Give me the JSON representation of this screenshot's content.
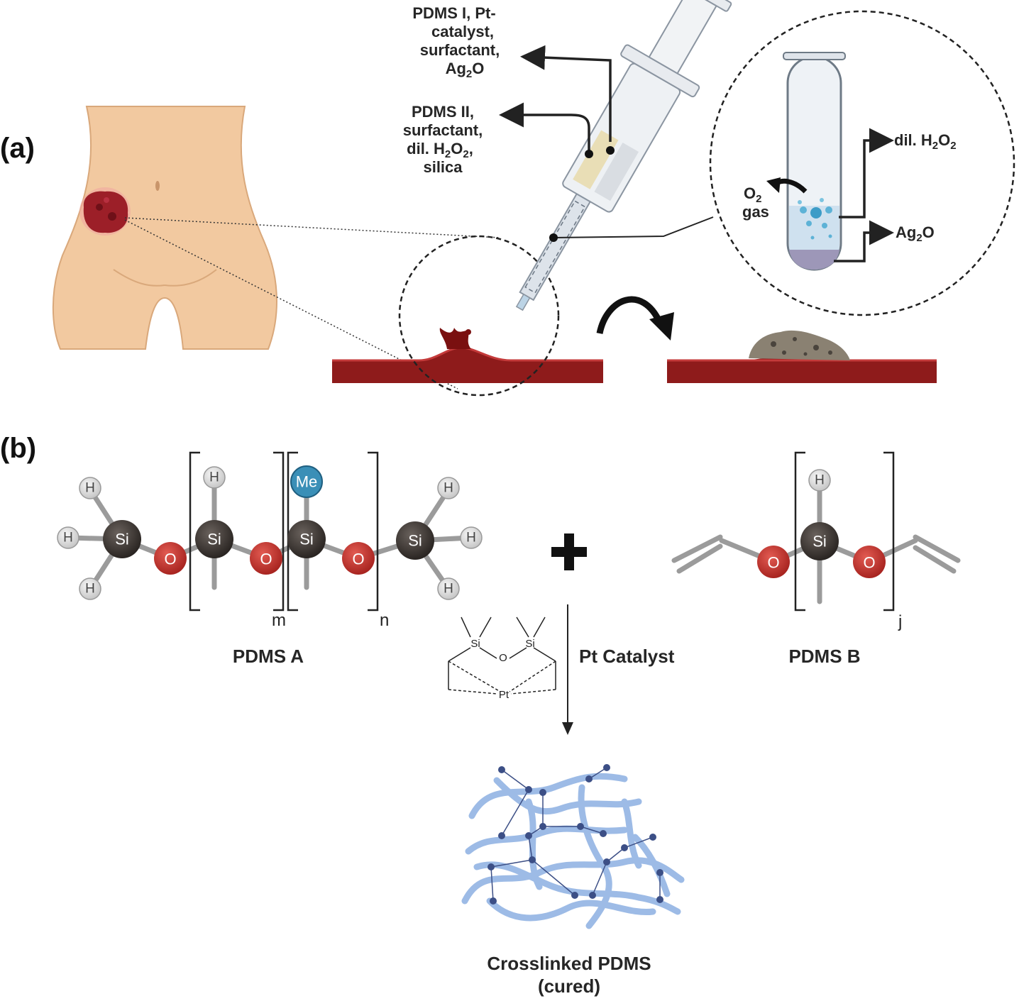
{
  "panels": {
    "a": "(a)",
    "b": "(b)"
  },
  "syringe_labels": {
    "pdms1": [
      "PDMS I, Pt-",
      "catalyst,",
      "surfactant,"
    ],
    "pdms1_ag": {
      "base": "Ag",
      "sub": "2",
      "rest": "O"
    },
    "pdms2": [
      "PDMS II,",
      "surfactant,"
    ],
    "pdms2_h2o2": {
      "base": "dil. H",
      "sub1": "2",
      "mid": "O",
      "sub2": "2",
      "rest": ","
    },
    "pdms2_last": "silica"
  },
  "tube_labels": {
    "h2o2": {
      "base": "dil. H",
      "sub1": "2",
      "mid": "O",
      "sub2": "2"
    },
    "ag2o": {
      "base": "Ag",
      "sub": "2",
      "rest": "O"
    },
    "o2": {
      "base": "O",
      "sub": "2"
    },
    "gas": "gas"
  },
  "molecules": {
    "si": "Si",
    "o": "O",
    "h": "H",
    "me": "Me",
    "pdms_a": "PDMS A",
    "pdms_b": "PDMS B",
    "sub_m": "m",
    "sub_n": "n",
    "sub_j": "j"
  },
  "catalyst": {
    "label": "Pt Catalyst",
    "si": "Si",
    "o": "O",
    "pt": "Pt"
  },
  "product": {
    "line1": "Crosslinked PDMS",
    "line2": "(cured)"
  },
  "colors": {
    "si": "#3b3633",
    "o": "#c8312b",
    "h": "#dedede",
    "me": "#3a8fb7",
    "tissue": "#8e1b1b",
    "skin": "#f2c9a0",
    "network": "#9dbbe6",
    "node": "#3c4f86"
  }
}
